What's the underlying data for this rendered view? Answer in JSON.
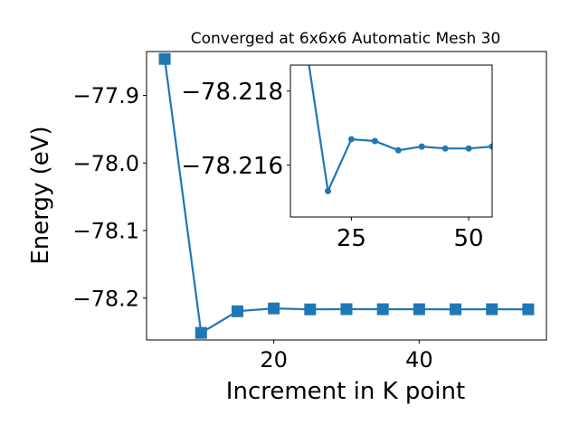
{
  "chart_data": [
    {
      "type": "line",
      "title": "Converged at 6x6x6 Automatic Mesh 30",
      "xlabel": "Increment in K point",
      "ylabel": "Energy (eV)",
      "xlim": [
        2.5,
        57.5
      ],
      "ylim": [
        -78.262,
        -77.835
      ],
      "xticks": [
        20,
        40
      ],
      "xtick_labels": [
        "20",
        "40"
      ],
      "yticks": [
        -77.9,
        -78.0,
        -78.1,
        -78.2
      ],
      "ytick_labels": [
        "−77.9",
        "−78.0",
        "−78.1",
        "−78.2"
      ],
      "grid": false,
      "marker": "square",
      "color": "#1f77b4",
      "series": [
        {
          "x": [
            5,
            10,
            15,
            20,
            25,
            30,
            35,
            40,
            45,
            50,
            55
          ],
          "y": [
            -77.846,
            -78.2515,
            -78.2195,
            -78.2153,
            -78.2167,
            -78.2164,
            -78.2165,
            -78.2165,
            -78.2166,
            -78.2165,
            -78.2166
          ]
        }
      ]
    },
    {
      "type": "line",
      "title": "",
      "xlabel": "",
      "ylabel": "",
      "xlim": [
        12,
        55
      ],
      "ylim": [
        -78.2146,
        -78.2187
      ],
      "xticks": [
        25,
        50
      ],
      "xtick_labels": [
        "25",
        "50"
      ],
      "yticks": [
        -78.218,
        -78.216
      ],
      "ytick_labels": [
        "−78.218",
        "−78.216"
      ],
      "grid": false,
      "marker": "circle",
      "color": "#1f77b4",
      "series": [
        {
          "x": [
            15,
            20,
            25,
            30,
            35,
            40,
            45,
            50,
            55
          ],
          "y": [
            -78.2195,
            -78.2153,
            -78.2167,
            -78.21665,
            -78.2164,
            -78.2165,
            -78.21645,
            -78.21645,
            -78.2165
          ]
        }
      ]
    }
  ]
}
